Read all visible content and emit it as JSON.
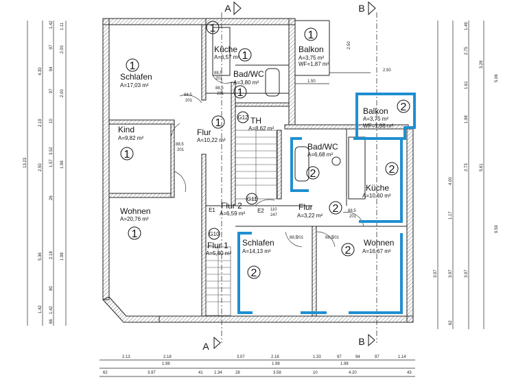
{
  "sections": {
    "a": "A",
    "b": "B"
  },
  "unit_marker_1": "1",
  "unit_marker_2": "2",
  "rooms": [
    {
      "name": "Küche",
      "area": "A=6,57 m²",
      "unit": "1"
    },
    {
      "name": "Balkon",
      "area": "A=3,75 m²",
      "extra": "WF=1,87 m²",
      "unit": "1"
    },
    {
      "name": "Schlafen",
      "area": "A=17,03 m²",
      "unit": "1"
    },
    {
      "name": "Bad/WC",
      "area": "A=3,80 m²",
      "unit": "1"
    },
    {
      "name": "TH",
      "area": "A=8,62 m²"
    },
    {
      "name": "Kind",
      "area": "A=9,82 m²",
      "unit": "1"
    },
    {
      "name": "Flur",
      "area": "A=10,22 m²",
      "unit": "1"
    },
    {
      "name": "Wohnen",
      "area": "A=20,76 m²",
      "unit": "1"
    },
    {
      "name": "Flur 2",
      "area": "A=6,59 m²"
    },
    {
      "name": "Flur 1",
      "area": "A=5,80 m²"
    },
    {
      "name": "Balkon",
      "area": "A=3,75 m²",
      "extra": "WF=1,88 m²",
      "unit": "2"
    },
    {
      "name": "Bad/WC",
      "area": "A=6,68 m²",
      "unit": "2"
    },
    {
      "name": "Küche",
      "area": "A=10,60 m²",
      "unit": "2"
    },
    {
      "name": "Flur",
      "area": "A=3,22 m²",
      "unit": "2"
    },
    {
      "name": "Schlafen",
      "area": "A=14,13 m²",
      "unit": "2"
    },
    {
      "name": "Wohnen",
      "area": "A=16,67 m²",
      "unit": "2"
    }
  ],
  "tags": {
    "g12": "G12",
    "g11": "G11",
    "g10": "G10",
    "e1": "E1",
    "e2": "E2"
  },
  "doors": [
    "88,5",
    "201",
    "88,5",
    "201",
    "88,5",
    "201",
    "88,5",
    "201",
    "110",
    "247",
    "88,5",
    "201",
    "88,5",
    "201",
    "88,5",
    "201"
  ],
  "dims_bottom_1": [
    "2.13",
    "2.18",
    "3.07",
    "2.18",
    "1.33",
    "97",
    "94",
    "97",
    "1.14"
  ],
  "dims_bottom_2": [
    "62",
    "3.97",
    "41",
    "1.34",
    "28",
    "3.58",
    "10",
    "4.20",
    "43"
  ],
  "dims_bottom_3": [
    "1.98",
    "1.98",
    "1.98"
  ],
  "dims_left_1": [
    "4.30",
    "2.19",
    "2.50",
    "5.36",
    "1.42"
  ],
  "dims_left_2": [
    "1.42",
    "1.11",
    "97",
    "2.00",
    "94",
    "97",
    "2.00",
    "10",
    "3.52",
    "1.57",
    "1.98",
    "26",
    "2.18",
    "1.98",
    "80",
    "1.42",
    "66"
  ],
  "dims_left_total": "13.23",
  "dims_right_1": [
    "1.49",
    "2.75",
    "3.28",
    "5.06",
    "1.61",
    "1.98",
    "2.73",
    "5.61",
    "4.00",
    "1.17",
    "3.97",
    "9.59",
    "3.97",
    "3.97",
    "62"
  ],
  "dims_top": [
    "2.50",
    "2.50",
    "1.50"
  ]
}
